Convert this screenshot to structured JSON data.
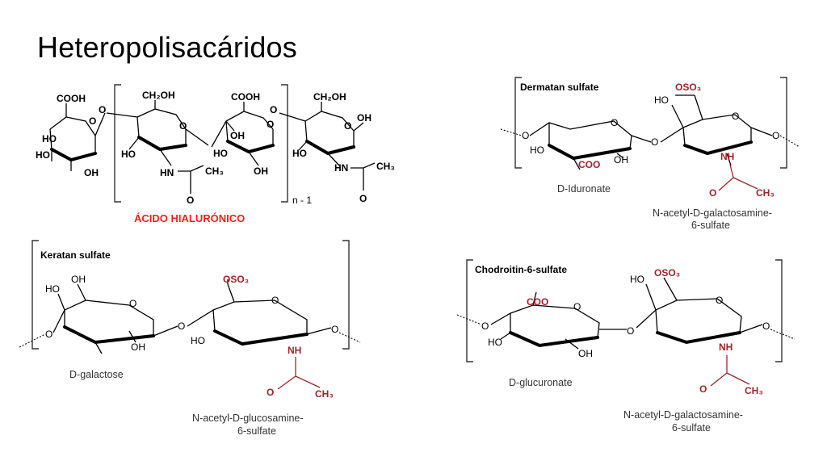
{
  "slide": {
    "title": "Heteropolisacáridos"
  },
  "hyaluronic": {
    "name": "ÁCIDO HIALURÓNICO",
    "repeat": "n - 1",
    "groups": {
      "cooh1": "COOH",
      "ch2oh1": "CH₂OH",
      "cooh2": "COOH",
      "ch2oh2": "CH₂OH",
      "oh_a": "OH",
      "ho_a": "HO",
      "oh_b": "OH",
      "ho_b": "HO",
      "hn1": "HN",
      "ch3_1": "CH₃",
      "o1": "O",
      "oh_c": "OH",
      "oh_d": "OH",
      "oh_e": "OH",
      "ho_c": "HO",
      "hn2": "HN",
      "ch3_2": "CH₃",
      "o2": "O",
      "oh_f": "OH",
      "oh_g": "OH",
      "ring_o": "O",
      "link_o": "O"
    }
  },
  "dermatan": {
    "name": "Dermatan sulfate",
    "sugar1": "D-Iduronate",
    "sugar2_line1": "N-acetyl-D-galactosamine-",
    "sugar2_line2": "6-sulfate",
    "groups": {
      "oso3": "OSO₃",
      "ho1": "HO",
      "ho2": "HO",
      "coo": "COO",
      "oh": "OH",
      "nh": "NH",
      "o": "O",
      "ch3": "CH₃",
      "ring_o": "O"
    }
  },
  "keratan": {
    "name": "Keratan sulfate",
    "sugar1": "D-galactose",
    "sugar2_line1": "N-acetyl-D-glucosamine-",
    "sugar2_line2": "6-sulfate",
    "groups": {
      "ho": "HO",
      "oh1": "OH",
      "oh2": "OH",
      "oso3": "OSO₃",
      "ho2": "HO",
      "nh": "NH",
      "o": "O",
      "ch3": "CH₃",
      "ring_o": "O"
    }
  },
  "chondroitin": {
    "name": "Chodroitin-6-sulfate",
    "sugar1": "D-glucuronate",
    "sugar2_line1": "N-acetyl-D-galactosamine-",
    "sugar2_line2": "6-sulfate",
    "groups": {
      "coo": "COO",
      "ho1": "HO",
      "oh": "OH",
      "ho2": "HO",
      "oso3": "OSO₃",
      "nh": "NH",
      "o": "O",
      "ch3": "CH₃",
      "ring_o": "O"
    }
  }
}
